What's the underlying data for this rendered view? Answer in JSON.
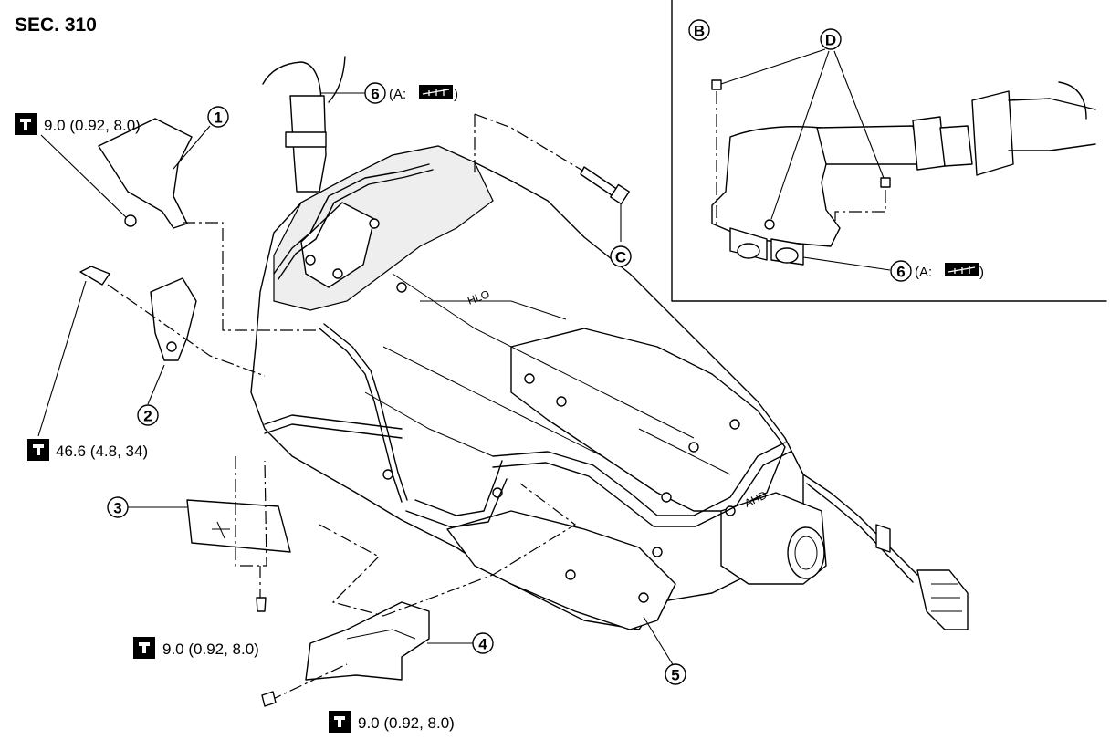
{
  "section": "SEC. 310",
  "callouts": [
    {
      "id": "1",
      "label": "1"
    },
    {
      "id": "2",
      "label": "2"
    },
    {
      "id": "3",
      "label": "3"
    },
    {
      "id": "4",
      "label": "4"
    },
    {
      "id": "5",
      "label": "5"
    },
    {
      "id": "6a",
      "label": "6",
      "suffix_open": "(A: ",
      "suffix_close": " )"
    },
    {
      "id": "6b",
      "label": "6",
      "suffix_open": "(A: ",
      "suffix_close": " )"
    }
  ],
  "refs": {
    "B": "B",
    "C": "C",
    "D": "D"
  },
  "torques": [
    {
      "id": "t1",
      "value": "9.0 (0.92, 8.0)"
    },
    {
      "id": "t2",
      "value": "46.6 (4.8, 34)"
    },
    {
      "id": "t3",
      "value": "9.0 (0.92, 8.0)"
    },
    {
      "id": "t4",
      "value": "9.0 (0.92, 8.0)"
    }
  ],
  "stamped_text": {
    "top": "HLO",
    "side": "AHD"
  }
}
